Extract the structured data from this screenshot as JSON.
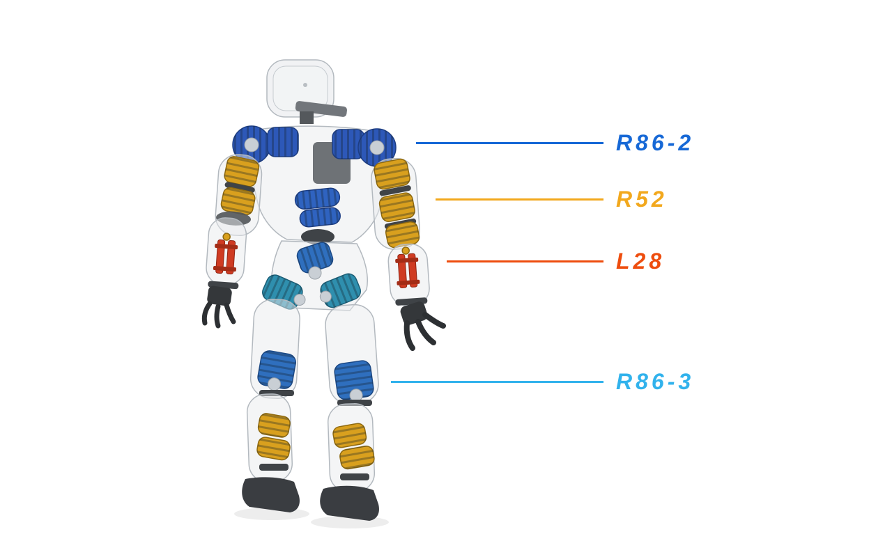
{
  "page": {
    "background": "#ffffff"
  },
  "robot": {
    "description": "transparent humanoid robot rear-quarter render with visible internal actuators",
    "colors": {
      "shell": "#e9ebee",
      "shellStroke": "#b3b9bf",
      "dark": "#3f4347",
      "shoulderBlue": "#2d58b8",
      "torsoBlue": "#2f63c0",
      "gold": "#d9a01e",
      "red": "#cf3b22",
      "hipTeal": "#2f8fae",
      "kneeBlue": "#2f6fbe",
      "silver": "#c9cfd5"
    }
  },
  "callouts": [
    {
      "label": "R86-2",
      "color": "#1668d6",
      "target": "shoulder-actuator"
    },
    {
      "label": "R52",
      "color": "#f2a81d",
      "target": "elbow-actuator"
    },
    {
      "label": "L28",
      "color": "#ee4d0e",
      "target": "forearm-linear-actuator"
    },
    {
      "label": "R86-3",
      "color": "#31b2ec",
      "target": "knee-actuator"
    }
  ]
}
